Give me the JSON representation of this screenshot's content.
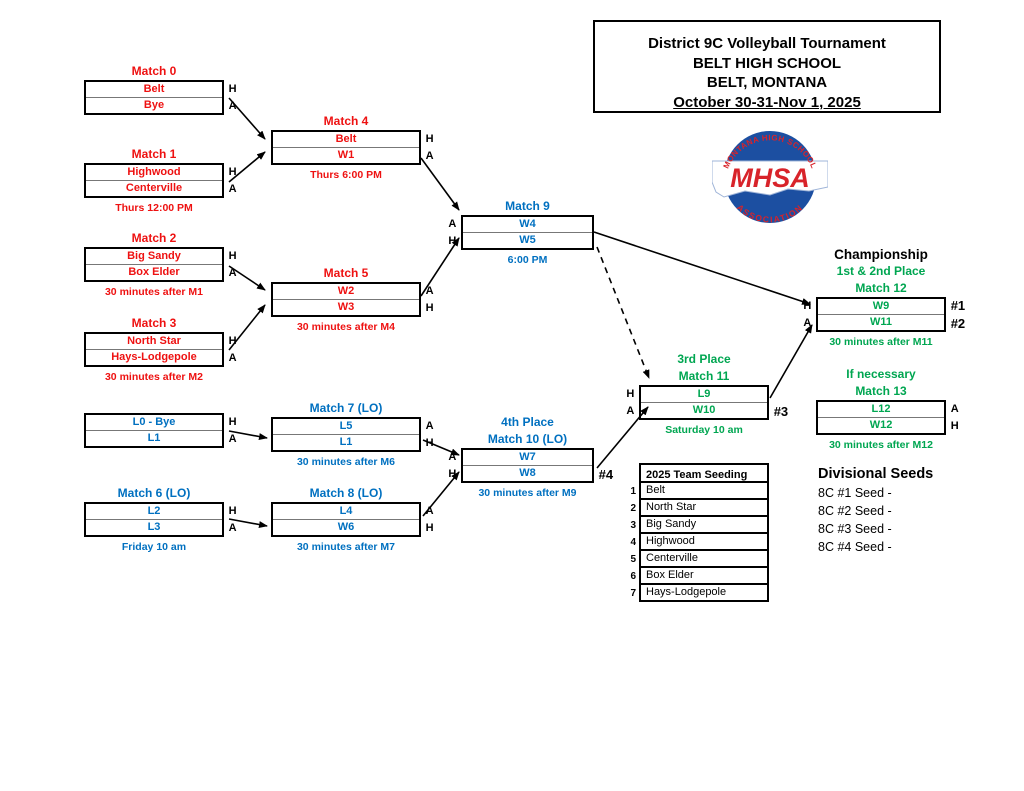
{
  "colors": {
    "red": "#EE1111",
    "blue": "#0070C0",
    "green": "#00A651",
    "purple": "#7030A0",
    "black": "#000000"
  },
  "header_box": {
    "lines": [
      "District 9C Volleyball Tournament",
      "BELT HIGH SCHOOL",
      "BELT, MONTANA",
      "October 30-31-Nov 1, 2025"
    ]
  },
  "logo": {
    "arc_top": "MONTANA HIGH SCHOOL",
    "center": "MHSA",
    "arc_bottom": "ASSOCIATION"
  },
  "matches": [
    {
      "id": "m0",
      "title_lines": [
        {
          "text": "Match 0",
          "color": "red"
        }
      ],
      "rows": [
        {
          "text": "Belt",
          "color": "red"
        },
        {
          "text": "Bye",
          "color": "red"
        }
      ],
      "sides": {
        "position": "right",
        "labels": [
          "H",
          "A"
        ]
      },
      "note": null,
      "placements": []
    },
    {
      "id": "m1",
      "title_lines": [
        {
          "text": "Match 1",
          "color": "red"
        }
      ],
      "rows": [
        {
          "text": "Highwood",
          "color": "red"
        },
        {
          "text": "Centerville",
          "color": "red"
        }
      ],
      "sides": {
        "position": "right",
        "labels": [
          "H",
          "A"
        ]
      },
      "note": {
        "text": "Thurs 12:00 PM",
        "color": "red"
      },
      "placements": []
    },
    {
      "id": "m2",
      "title_lines": [
        {
          "text": "Match 2",
          "color": "red"
        }
      ],
      "rows": [
        {
          "text": "Big Sandy",
          "color": "red"
        },
        {
          "text": "Box Elder",
          "color": "red"
        }
      ],
      "sides": {
        "position": "right",
        "labels": [
          "H",
          "A"
        ]
      },
      "note": {
        "text": "30 minutes after M1",
        "color": "red"
      },
      "placements": []
    },
    {
      "id": "m3",
      "title_lines": [
        {
          "text": "Match 3",
          "color": "red"
        }
      ],
      "rows": [
        {
          "text": "North Star",
          "color": "red"
        },
        {
          "text": "Hays-Lodgepole",
          "color": "red"
        }
      ],
      "sides": {
        "position": "right",
        "labels": [
          "H",
          "A"
        ]
      },
      "note": {
        "text": "30 minutes after M2",
        "color": "red"
      },
      "placements": []
    },
    {
      "id": "m4",
      "title_lines": [
        {
          "text": "Match 4",
          "color": "red"
        }
      ],
      "rows": [
        {
          "text": "Belt",
          "color": "red"
        },
        {
          "text": "W1",
          "color": "red"
        }
      ],
      "sides": {
        "position": "right",
        "labels": [
          "H",
          "A"
        ]
      },
      "note": {
        "text": "Thurs 6:00 PM",
        "color": "red"
      },
      "placements": []
    },
    {
      "id": "m5",
      "title_lines": [
        {
          "text": "Match 5",
          "color": "red"
        }
      ],
      "rows": [
        {
          "text": "W2",
          "color": "red"
        },
        {
          "text": "W3",
          "color": "red"
        }
      ],
      "sides": {
        "position": "right",
        "labels": [
          "A",
          "H"
        ]
      },
      "note": {
        "text": "30 minutes after M4",
        "color": "red"
      },
      "placements": []
    },
    {
      "id": "l0bye",
      "title_lines": [],
      "rows": [
        {
          "text": "L0 - Bye",
          "color": "blue"
        },
        {
          "text": "L1",
          "color": "blue"
        }
      ],
      "sides": {
        "position": "right",
        "labels": [
          "H",
          "A"
        ]
      },
      "note": null,
      "placements": []
    },
    {
      "id": "m6",
      "title_lines": [
        {
          "text": "Match 6 (LO)",
          "color": "blue"
        }
      ],
      "rows": [
        {
          "text": "L2",
          "color": "blue"
        },
        {
          "text": "L3",
          "color": "blue"
        }
      ],
      "sides": {
        "position": "right",
        "labels": [
          "H",
          "A"
        ]
      },
      "note": {
        "text": "Friday 10 am",
        "color": "blue"
      },
      "placements": []
    },
    {
      "id": "m7",
      "title_lines": [
        {
          "text": "Match  7 (LO)",
          "color": "blue"
        }
      ],
      "rows": [
        {
          "text": "L5",
          "color": "blue"
        },
        {
          "text": "L1",
          "color": "blue"
        }
      ],
      "sides": {
        "position": "right",
        "labels": [
          "A",
          "H"
        ]
      },
      "note": {
        "text": "30 minutes after M6",
        "color": "blue"
      },
      "placements": []
    },
    {
      "id": "m8",
      "title_lines": [
        {
          "text": "Match  8 (LO)",
          "color": "blue"
        }
      ],
      "rows": [
        {
          "text": "L4",
          "color": "blue"
        },
        {
          "text": "W6",
          "color": "blue"
        }
      ],
      "sides": {
        "position": "right",
        "labels": [
          "A",
          "H"
        ]
      },
      "note": {
        "text": "30 minutes after M7",
        "color": "blue"
      },
      "placements": []
    },
    {
      "id": "m9",
      "title_lines": [
        {
          "text": "Match  9",
          "color": "blue"
        }
      ],
      "rows": [
        {
          "text": "W4",
          "color": "blue"
        },
        {
          "text": "W5",
          "color": "blue"
        }
      ],
      "sides": {
        "position": "left",
        "labels": [
          "A",
          "H"
        ]
      },
      "note": {
        "text": "6:00 PM",
        "color": "blue"
      },
      "placements": []
    },
    {
      "id": "m10",
      "title_lines": [
        {
          "text": "4th Place",
          "color": "blue"
        },
        {
          "text": "Match  10 (LO)",
          "color": "blue"
        }
      ],
      "rows": [
        {
          "text": "W7",
          "color": "blue"
        },
        {
          "text": "W8",
          "color": "blue"
        }
      ],
      "sides": {
        "position": "left",
        "labels": [
          "A",
          "H"
        ]
      },
      "note": {
        "text": "30 minutes after M9",
        "color": "blue"
      },
      "placements": [
        {
          "row": 1,
          "text": "#4",
          "color": "blue"
        }
      ]
    },
    {
      "id": "m11",
      "title_lines": [
        {
          "text": "3rd Place",
          "color": "green"
        },
        {
          "text": "Match  11",
          "color": "green"
        }
      ],
      "rows": [
        {
          "text": "L9",
          "color": "green"
        },
        {
          "text": "W10",
          "color": "green"
        }
      ],
      "sides": {
        "position": "left",
        "labels": [
          "H",
          "A"
        ]
      },
      "note": {
        "text": "Saturday 10 am",
        "color": "green"
      },
      "placements": [
        {
          "row": 1,
          "text": "#3",
          "color": "green"
        }
      ]
    },
    {
      "id": "m12",
      "title_lines": [
        {
          "text": "Championship",
          "color": "black"
        },
        {
          "text": "1st & 2nd Place",
          "color": "green"
        },
        {
          "text": "Match  12",
          "color": "green"
        }
      ],
      "rows": [
        {
          "text": "W9",
          "color": "green"
        },
        {
          "text": "W11",
          "color": "green"
        }
      ],
      "sides": {
        "position": "left",
        "labels": [
          "H",
          "A"
        ]
      },
      "note": {
        "text": "30 minutes after M11",
        "color": "green"
      },
      "placements": [
        {
          "row": 0,
          "text": "#1",
          "color": "purple"
        },
        {
          "row": 1,
          "text": "#2",
          "color": "purple"
        }
      ]
    },
    {
      "id": "m13",
      "title_lines": [
        {
          "text": "If  necessary",
          "color": "green"
        },
        {
          "text": "Match  13",
          "color": "green"
        }
      ],
      "rows": [
        {
          "text": "L12",
          "color": "green"
        },
        {
          "text": "W12",
          "color": "green"
        }
      ],
      "sides": {
        "position": "right",
        "labels": [
          "A",
          "H"
        ]
      },
      "note": {
        "text": "30 minutes after M12",
        "color": "green"
      },
      "placements": []
    }
  ],
  "seeding_table": {
    "header": "2025 Team Seeding",
    "rows": [
      {
        "num": "1",
        "team": "Belt"
      },
      {
        "num": "2",
        "team": "North Star"
      },
      {
        "num": "3",
        "team": "Big Sandy"
      },
      {
        "num": "4",
        "team": "Highwood"
      },
      {
        "num": "5",
        "team": "Centerville"
      },
      {
        "num": "6",
        "team": "Box Elder"
      },
      {
        "num": "7",
        "team": "Hays-Lodgepole"
      }
    ]
  },
  "divisional_seeds": {
    "heading": "Divisional Seeds",
    "items": [
      "8C #1 Seed  -",
      "8C #2 Seed -",
      "8C #3 Seed -",
      "8C #4 Seed -"
    ]
  }
}
